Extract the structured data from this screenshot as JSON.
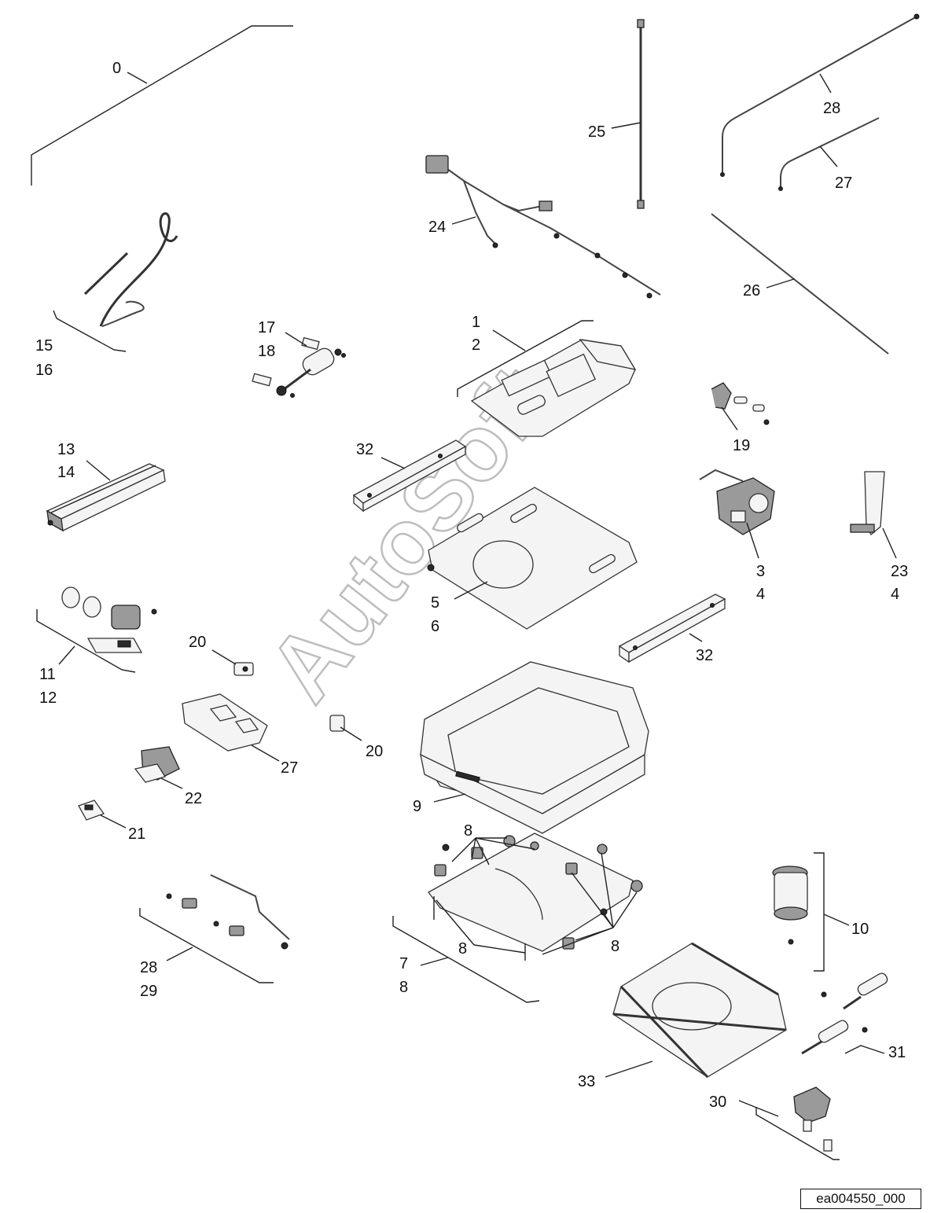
{
  "diagram": {
    "watermark": "AutoSoft",
    "reference_code": "ea004550_000",
    "callouts": [
      "0",
      "1",
      "2",
      "3",
      "4",
      "5",
      "6",
      "7",
      "8",
      "9",
      "10",
      "11",
      "12",
      "13",
      "14",
      "15",
      "16",
      "17",
      "18",
      "19",
      "20",
      "21",
      "22",
      "23",
      "24",
      "25",
      "26",
      "27",
      "28",
      "29",
      "30",
      "31",
      "32",
      "33"
    ]
  }
}
